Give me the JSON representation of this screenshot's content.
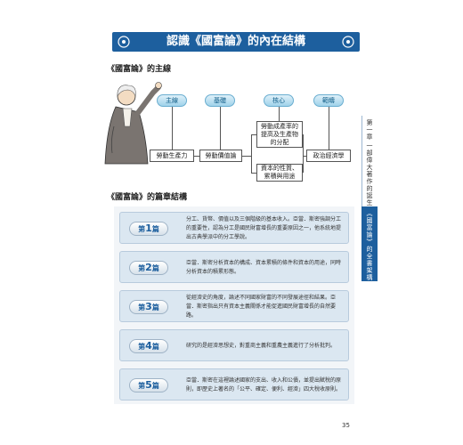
{
  "header": {
    "title": "認識《國富論》的內在結構"
  },
  "sections": {
    "main_line": "《國富論》的主線",
    "chapter_structure": "《國富論》的篇章結構"
  },
  "side_tab": {
    "chapter": "第一章",
    "chapter_title": "一部偉大著作的誕生",
    "subtitle": "《國富論》的全書架構"
  },
  "diagram": {
    "concepts": [
      "主線",
      "基礎",
      "核心",
      "範疇"
    ],
    "boxes": {
      "labor_power": "勞動生產力",
      "labor_value": "勞動價值論",
      "core_top": "勞動成產率的提高及生產物的分配",
      "core_bottom": "資本的性質、累積與用途",
      "political_economy": "政治經濟學"
    }
  },
  "chapters": [
    {
      "prefix": "第",
      "num": "1",
      "suffix": "篇",
      "desc": "分工、貨幣、價值以及三個階級的基本收入。亞當．斯密強調分工的重要性，認為分工是國民財富增長的重要原因之一，他系統地提出古典學派中的分工學說。"
    },
    {
      "prefix": "第",
      "num": "2",
      "suffix": "篇",
      "desc": "亞當．斯密分析資本的構成、資本累積的條件和資本的用途，同時分析資本的積累形態。"
    },
    {
      "prefix": "第",
      "num": "3",
      "suffix": "篇",
      "desc": "從經濟史的角度，論述不同國家財富的不同發展途徑和結果。亞當．斯密指出只有資本主義關係才能促進國民財富增長的自然要路。"
    },
    {
      "prefix": "第",
      "num": "4",
      "suffix": "篇",
      "desc": "研究的是經濟思想史，對重商主義和重農主義進行了分析批判。"
    },
    {
      "prefix": "第",
      "num": "5",
      "suffix": "篇",
      "desc": "亞當．斯密在這裡論述國家的支出、收入和公債，並提出賦稅的原則，即歷史上著名的「公平、確定、便利、經濟」四大稅收原則。"
    }
  ],
  "page_number": "35",
  "colors": {
    "accent": "#1d5f9e",
    "concept": "#0f5d88",
    "row_bg": "#dbe7f1"
  }
}
